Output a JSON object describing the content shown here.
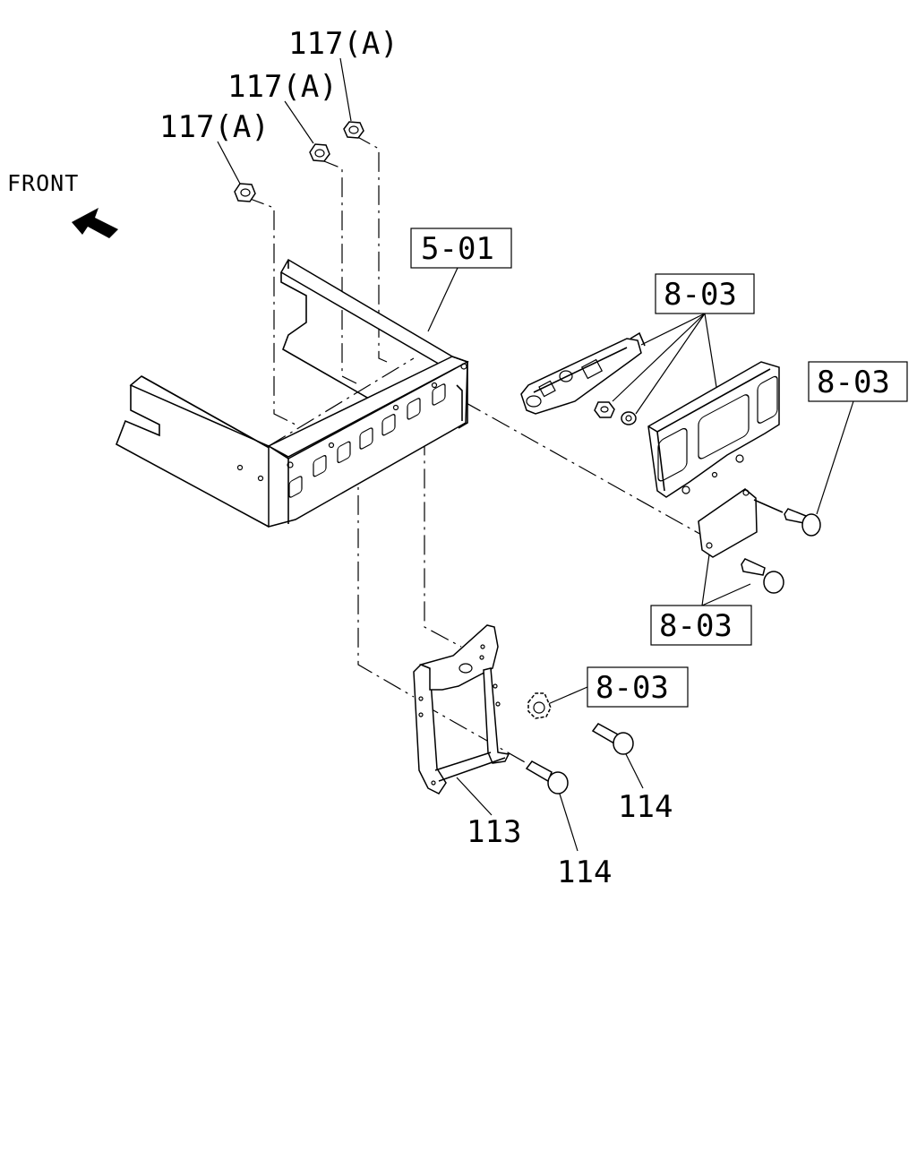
{
  "diagram": {
    "front_label": "FRONT",
    "labels": {
      "nut_117a_top": "117(A)",
      "nut_117a_mid": "117(A)",
      "nut_117a_left": "117(A)",
      "ref_frame": "5-01",
      "ref_8_03_top": "8-03",
      "ref_8_03_right": "8-03",
      "ref_8_03_lower": "8-03",
      "ref_8_03_cap": "8-03",
      "bracket_113": "113",
      "bolt_114_right": "114",
      "bolt_114_lower": "114"
    },
    "icons": {
      "front_arrow": "front-arrow-icon"
    }
  }
}
